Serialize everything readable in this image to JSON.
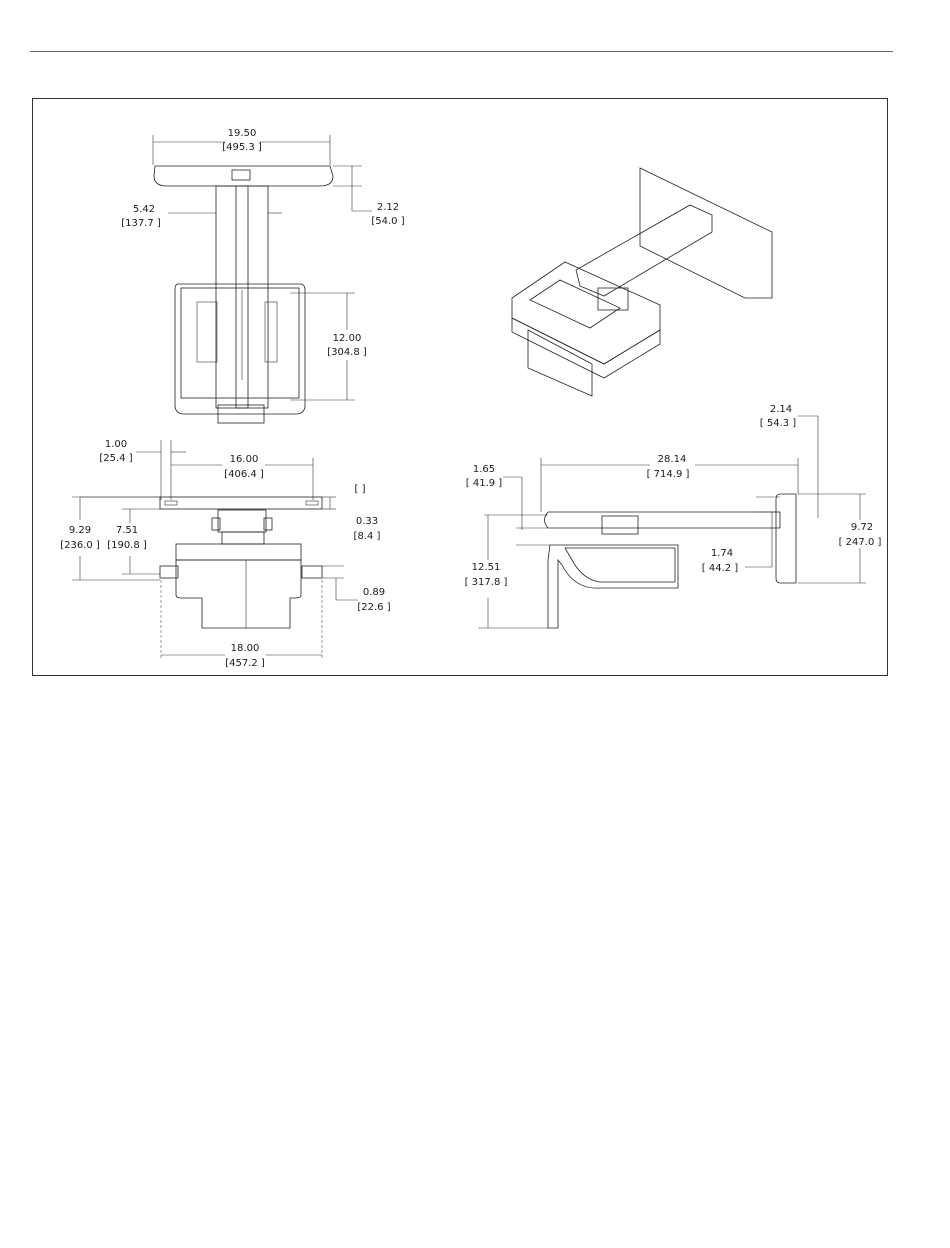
{
  "dimensions": {
    "top_width": {
      "in": "19.50",
      "mm": "[495.3 ]"
    },
    "mast_offset": {
      "in": "5.42",
      "mm": "[137.7 ]"
    },
    "plate_height": {
      "in": "2.12",
      "mm": "[54.0 ]"
    },
    "projector_depth": {
      "in": "12.00",
      "mm": "[304.8 ]"
    },
    "edge_offset": {
      "in": "1.00",
      "mm": "[25.4 ]"
    },
    "slot_spacing": {
      "in": "16.00",
      "mm": "[406.4 ]"
    },
    "small_bracket": {
      "in": "",
      "mm": "[ ]"
    },
    "slot_inset": {
      "in": "0.33",
      "mm": "[8.4 ]"
    },
    "overall_drop": {
      "in": "9.29",
      "mm": "[236.0 ]"
    },
    "bracket_drop": {
      "in": "7.51",
      "mm": "[190.8 ]"
    },
    "tab_height": {
      "in": "0.89",
      "mm": "[22.6 ]"
    },
    "base_width": {
      "in": "18.00",
      "mm": "[457.2 ]"
    },
    "wall_offset": {
      "in": "2.14",
      "mm": "[ 54.3 ]"
    },
    "arm_length": {
      "in": "28.14",
      "mm": "[ 714.9 ]"
    },
    "arm_drop": {
      "in": "1.65",
      "mm": "[ 41.9 ]"
    },
    "plate_total": {
      "in": "9.72",
      "mm": "[ 247.0 ]"
    },
    "clamp_height": {
      "in": "1.74",
      "mm": "[ 44.2 ]"
    },
    "total_height": {
      "in": "12.51",
      "mm": "[ 317.8 ]"
    }
  },
  "colors": {
    "line": "#222222",
    "fill_light": "#f2f2f2",
    "fill_dark": "#3a3a3a",
    "frame": "#333333"
  }
}
